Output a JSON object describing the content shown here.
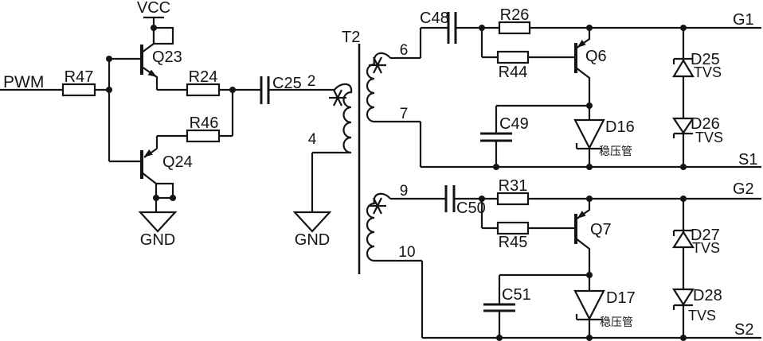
{
  "colors": {
    "wire": "#141414",
    "background": "#ffffff"
  },
  "labels": {
    "pwm": "PWM",
    "vcc": "VCC",
    "gnd": "GND",
    "r47": "R47",
    "q23": "Q23",
    "q24": "Q24",
    "r24": "R24",
    "r46": "R46",
    "c25": "C25",
    "t2": "T2",
    "pin2": "2",
    "pin4": "4",
    "pin6": "6",
    "pin7": "7",
    "pin9": "9",
    "pin10": "10",
    "c48": "C48",
    "r26": "R26",
    "r44": "R44",
    "q6": "Q6",
    "c49": "C49",
    "c50": "C50",
    "r31": "R31",
    "r45": "R45",
    "q7": "Q7",
    "c51": "C51",
    "d16": "D16",
    "d17": "D17",
    "zener_cn": "稳压管",
    "tvs": "TVS",
    "d25": "D25",
    "d26": "D26",
    "d27": "D27",
    "d28": "D28",
    "g1": "G1",
    "s1": "S1",
    "g2": "G2",
    "s2": "S2"
  }
}
